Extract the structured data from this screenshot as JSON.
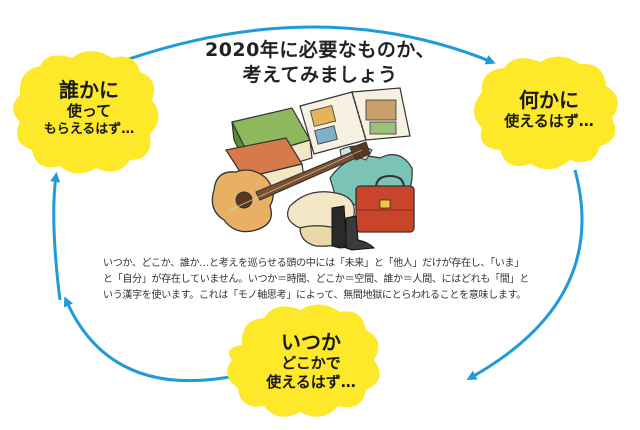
{
  "title": {
    "line1": "2020年に必要なものか、",
    "line2": "考えてみましょう"
  },
  "bubbles": {
    "left": {
      "line1": "誰かに",
      "line2": "使って",
      "line3": "もらえるはず…"
    },
    "right": {
      "line1": "何かに",
      "line2": "使えるはず…"
    },
    "bottom": {
      "line1": "いつか",
      "line2": "どこかで",
      "line3": "使えるはず…"
    }
  },
  "description": {
    "line1": "いつか、どこか、誰か…と考えを巡らせる頭の中には「未来」と「他人」だけが存在し、「いま」",
    "line2": "と「自分」が存在していません。いつか＝時間、どこか＝空間、誰か＝人間、にはどれも「間」と",
    "line3": "いう漢字を使います。これは「モノ軸思考」によって、無間地獄にとらわれることを意味します。"
  },
  "colors": {
    "bubble": "#fde82a",
    "arrow": "#1f9bd7",
    "book_green": "#6f9a4a",
    "guitar": "#e8b064",
    "bag": "#c8442a",
    "cloth_teal": "#7bc3b6"
  }
}
